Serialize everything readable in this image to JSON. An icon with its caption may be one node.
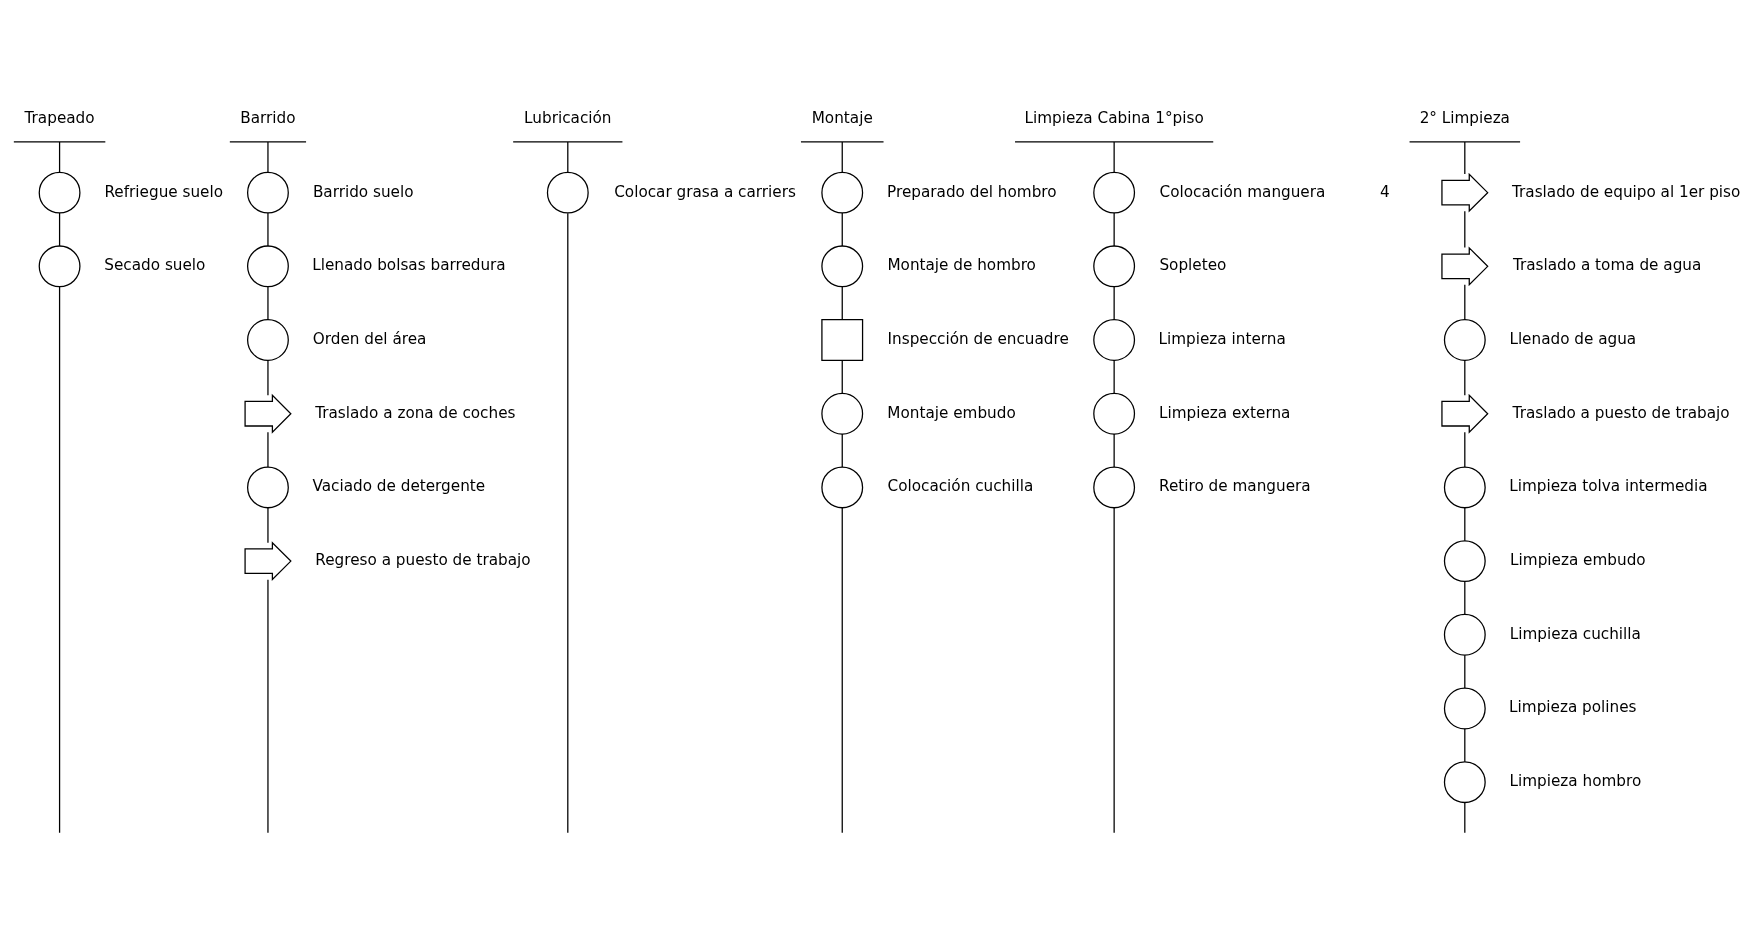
{
  "diagram": {
    "nodes": [
      {
        "text": [
          "Trapeado"
        ]
      },
      {
        "text": [],
        "shape": "circle",
        "beside": [
          "Refriegue suelo"
        ]
      },
      {
        "text": [],
        "shape": "circle",
        "beside": [
          "Secado suelo"
        ]
      },
      {
        "text": [
          "Barrido"
        ]
      },
      {
        "text": [],
        "shape": "circle",
        "beside": [
          "Barrido suelo"
        ]
      },
      {
        "text": [],
        "shape": "circle",
        "beside": [
          "Llenado bolsas barredura"
        ]
      },
      {
        "text": [],
        "shape": "circle",
        "beside": [
          "Orden del área"
        ]
      },
      {
        "text": [],
        "shape": "arrow",
        "beside": [
          "Traslado a zona de coches"
        ]
      },
      {
        "text": [],
        "shape": "circle",
        "beside": [
          "Vaciado de detergente"
        ]
      },
      {
        "text": [],
        "shape": "arrow",
        "beside": [
          "Regreso a puesto de trabajo"
        ]
      },
      {
        "text": [
          "Lubricación"
        ]
      },
      {
        "text": [],
        "shape": "circle",
        "beside": [
          "Colocar grasa a carriers"
        ]
      },
      {
        "text": [
          "Montaje"
        ]
      },
      {
        "text": [],
        "shape": "circle",
        "beside": [
          "Preparado del hombro"
        ]
      },
      {
        "text": [],
        "shape": "circle",
        "beside": [
          "Montaje de hombro"
        ]
      },
      {
        "text": [],
        "shape": "box",
        "beside": [
          "Inspección de encuadre"
        ]
      },
      {
        "text": [],
        "shape": "circle",
        "beside": [
          "Montaje embudo"
        ]
      },
      {
        "text": [],
        "shape": "circle",
        "beside": [
          "Colocación cuchilla"
        ]
      },
      {
        "text": [
          "Limpieza Cabina 1°piso"
        ]
      },
      {
        "text": [],
        "shape": "circle",
        "beside": [
          "Colocación manguera"
        ]
      },
      {
        "text": [],
        "shape": "circle",
        "beside": [
          "Sopleteo"
        ]
      },
      {
        "text": [],
        "shape": "circle",
        "beside": [
          "Limpieza interna"
        ]
      },
      {
        "text": [],
        "shape": "circle",
        "beside": [
          "Limpieza externa"
        ]
      },
      {
        "text": [],
        "shape": "circle",
        "beside": [
          "Retiro de manguera"
        ]
      },
      {
        "text": [
          "2° Limpieza"
        ]
      },
      {
        "text": [],
        "shape": "arrow",
        "beside": [
          "Traslado de equipo al 1er piso"
        ]
      },
      {
        "text": [],
        "shape": "arrow",
        "beside": [
          "Traslado a toma de agua"
        ]
      },
      {
        "text": [],
        "shape": "circle",
        "beside": [
          "Llenado de agua"
        ]
      },
      {
        "text": [],
        "shape": "arrow",
        "beside": [
          "Traslado a puesto de trabajo"
        ]
      },
      {
        "text": [],
        "shape": "circle",
        "beside": [
          "Limpieza tolva intermedia"
        ]
      },
      {
        "text": [],
        "shape": "circle",
        "beside": [
          "Limpieza embudo"
        ]
      },
      {
        "text": [],
        "shape": "circle",
        "beside": [
          "Limpieza cuchilla"
        ]
      },
      {
        "text": [],
        "shape": "circle",
        "beside": [
          "Limpieza polines"
        ]
      },
      {
        "text": [],
        "shape": "circle",
        "beside": [
          "Limpieza hombro"
        ]
      }
    ],
    "edges": [
      {
        "from": 0,
        "to": 1,
        "arrow": "none"
      },
      {
        "from": 1,
        "to": 2,
        "arrow": "none"
      },
      {
        "from": 2,
        "to": null,
        "arrow": "none"
      },
      {
        "from": 3,
        "to": 4,
        "arrow": "none"
      },
      {
        "from": 4,
        "to": 5,
        "arrow": "none"
      },
      {
        "from": 5,
        "to": 6,
        "arrow": "none"
      },
      {
        "from": 6,
        "to": 7,
        "arrow": "none"
      },
      {
        "from": 7,
        "to": 8,
        "arrow": "none"
      },
      {
        "from": 8,
        "to": 9,
        "arrow": "none"
      },
      {
        "from": 9,
        "to": null,
        "arrow": "none"
      },
      {
        "from": 10,
        "to": 11,
        "arrow": "none"
      },
      {
        "from": 11,
        "to": null,
        "arrow": "none"
      },
      {
        "from": 12,
        "to": 13,
        "arrow": "none"
      },
      {
        "from": 13,
        "to": 14,
        "arrow": "none"
      },
      {
        "from": 14,
        "to": 15,
        "arrow": "none"
      },
      {
        "from": 15,
        "to": 16,
        "arrow": "none"
      },
      {
        "from": 16,
        "to": 17,
        "arrow": "none"
      },
      {
        "from": 17,
        "to": null,
        "arrow": "none"
      },
      {
        "from": 18,
        "to": 19,
        "arrow": "none"
      },
      {
        "from": 19,
        "to": 20,
        "arrow": "none"
      },
      {
        "from": 20,
        "to": 21,
        "arrow": "none"
      },
      {
        "from": 21,
        "to": 22,
        "arrow": "none"
      },
      {
        "from": 22,
        "to": 23,
        "arrow": "none"
      },
      {
        "from": 23,
        "to": null,
        "arrow": "none"
      },
      {
        "from": 24,
        "to": 25,
        "arrow": "none"
      },
      {
        "from": 25,
        "to": 26,
        "arrow": "none"
      },
      {
        "from": 26,
        "to": 27,
        "arrow": "none"
      },
      {
        "from": 27,
        "to": 28,
        "arrow": "none"
      },
      {
        "from": 28,
        "to": 29,
        "arrow": "none"
      },
      {
        "from": 29,
        "to": 30,
        "arrow": "none"
      },
      {
        "from": 30,
        "to": 31,
        "arrow": "none"
      },
      {
        "from": 31,
        "to": 32,
        "arrow": "none"
      },
      {
        "from": 32,
        "to": 33,
        "arrow": "none"
      },
      {
        "from": 33,
        "to": null,
        "arrow": "none"
      }
    ],
    "labels": [
      "4"
    ]
  }
}
